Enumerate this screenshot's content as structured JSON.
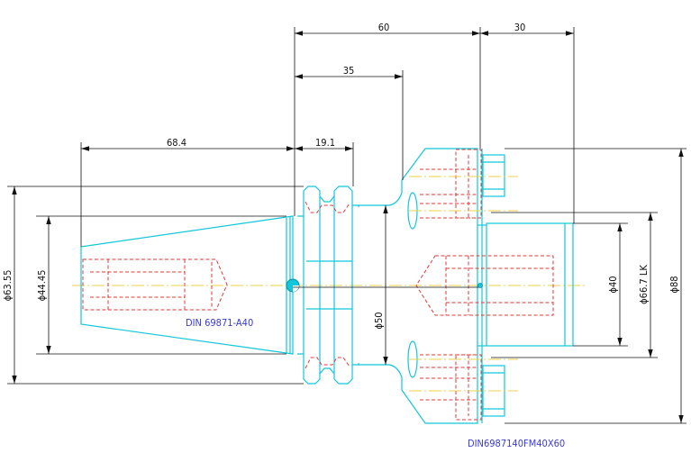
{
  "dimensions": {
    "d60": "60",
    "d30": "30",
    "d35": "35",
    "d68_4": "68.4",
    "d19_1": "19.1",
    "dia63_55": "ϕ63.55",
    "dia44_45": "ϕ44.45",
    "dia50": "ϕ50",
    "dia40": "ϕ40",
    "dia66_7": "ϕ66.7 LK",
    "dia88": "ϕ88"
  },
  "annotations": {
    "taper_spec": "DIN 69871-A40",
    "flange_spec": "DIN6987140FM40X60"
  },
  "colors": {
    "outline": "#12c7d9",
    "hidden": "#e23a3a",
    "dimension": "#111111",
    "centerline": "#e8d24a",
    "annotation": "#3a3ad6"
  }
}
